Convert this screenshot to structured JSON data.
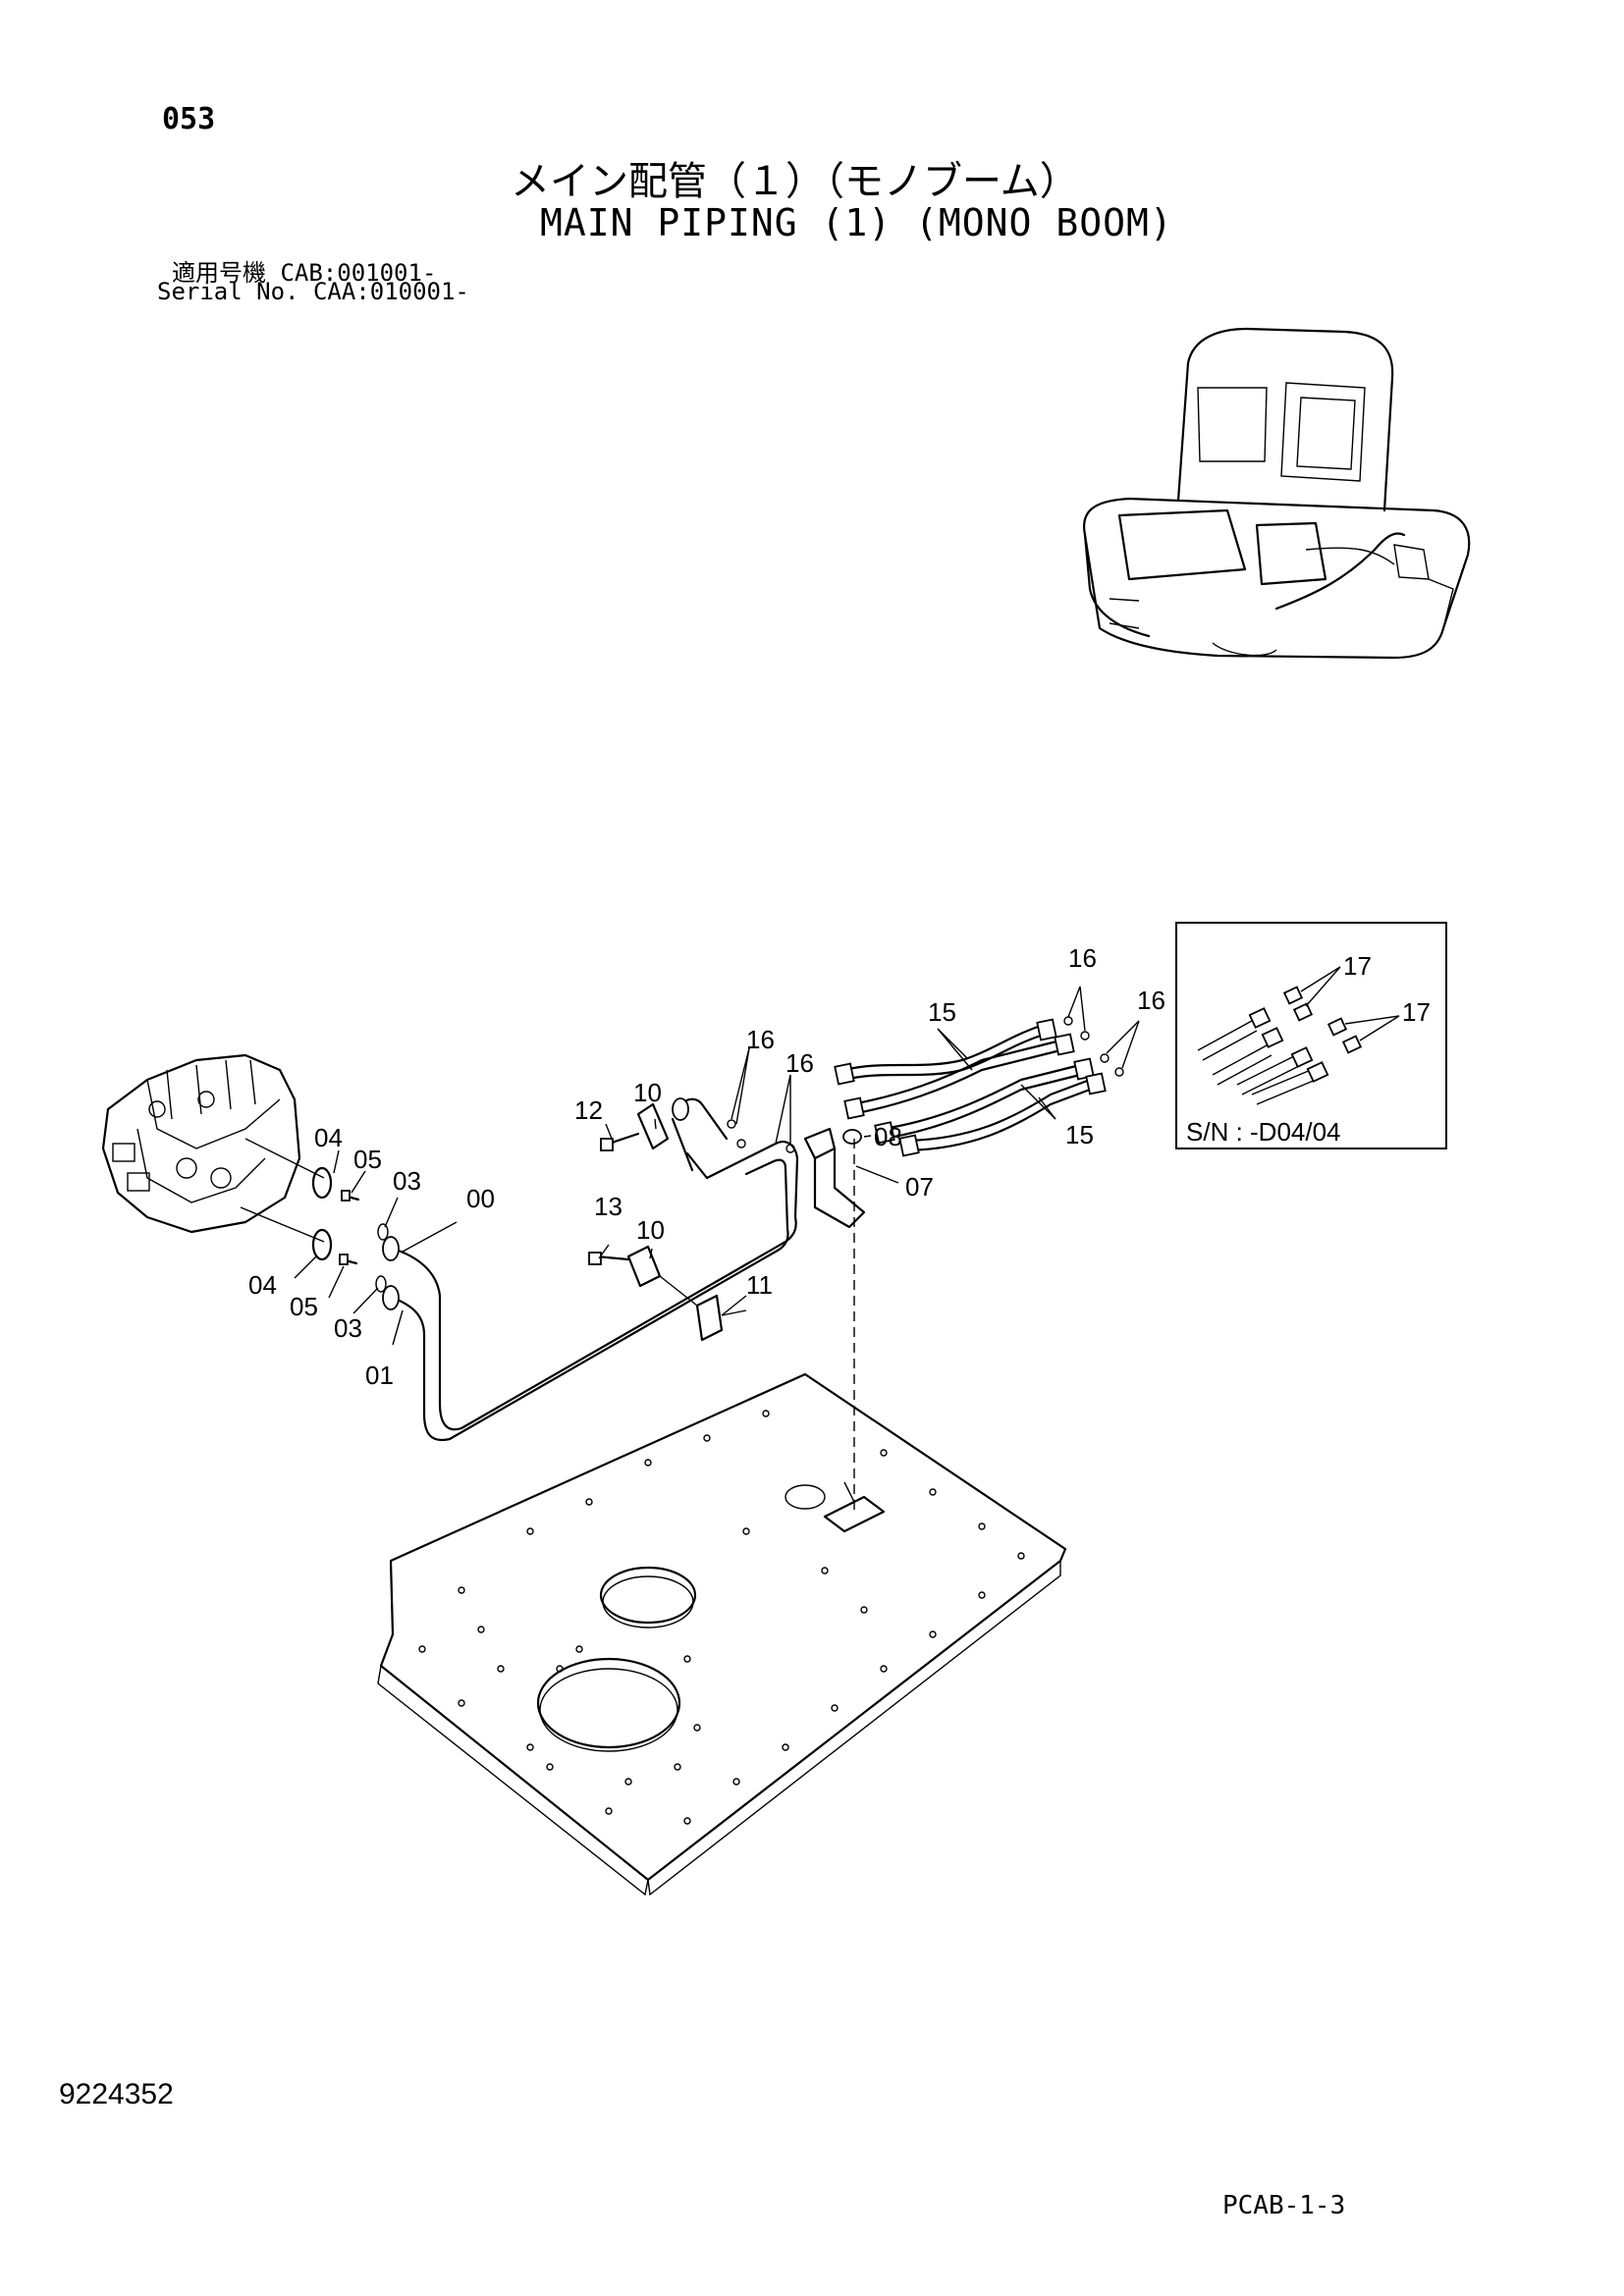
{
  "page": {
    "number": "053",
    "title_jp": "メイン配管（１）（モノブーム）",
    "title_en": "MAIN PIPING (1) (MONO BOOM)",
    "serial_jp": "適用号機  CAB:001001-",
    "serial_en": "Serial No. CAA:010001-",
    "doc_number": "9224352",
    "footer_code": "PCAB-1-3"
  },
  "inset": {
    "label": "S/N : -D04/04"
  },
  "callouts": {
    "c00": "00",
    "c01": "01",
    "c03a": "03",
    "c03b": "03",
    "c04a": "04",
    "c04b": "04",
    "c05a": "05",
    "c05b": "05",
    "c07": "07",
    "c08": "08",
    "c10a": "10",
    "c10b": "10",
    "c11": "11",
    "c12": "12",
    "c13": "13",
    "c15a": "15",
    "c15b": "15",
    "c16a": "16",
    "c16b": "16",
    "c16c": "16",
    "c16d": "16",
    "c17a": "17",
    "c17b": "17"
  }
}
